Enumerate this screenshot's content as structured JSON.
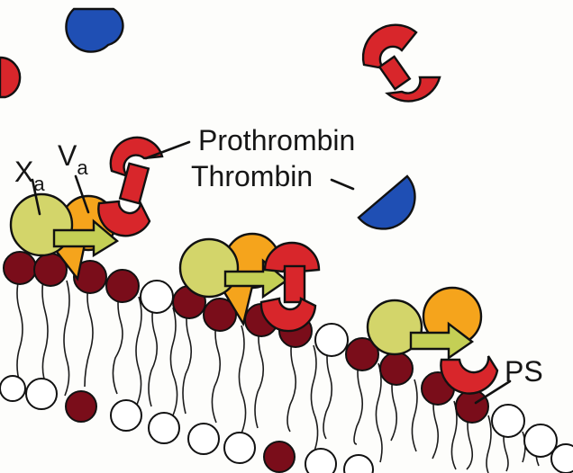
{
  "labels": {
    "prothrombin": "Prothrombin",
    "thrombin": "Thrombin",
    "xa_main": "X",
    "xa_sub": "a",
    "va_main": "V",
    "va_sub": "a",
    "ps": "PS"
  },
  "colors": {
    "background": "#fdfdfb",
    "prothrombin_red": "#d8262b",
    "thrombin_blue": "#1f4fb4",
    "xa_yellow_green": "#d3d56a",
    "va_orange": "#f5a41c",
    "arrow_yellow_green": "#c4cf55",
    "ps_head": "#7a0d1a",
    "neutral_head": "#ffffff",
    "outline": "#111111"
  }
}
